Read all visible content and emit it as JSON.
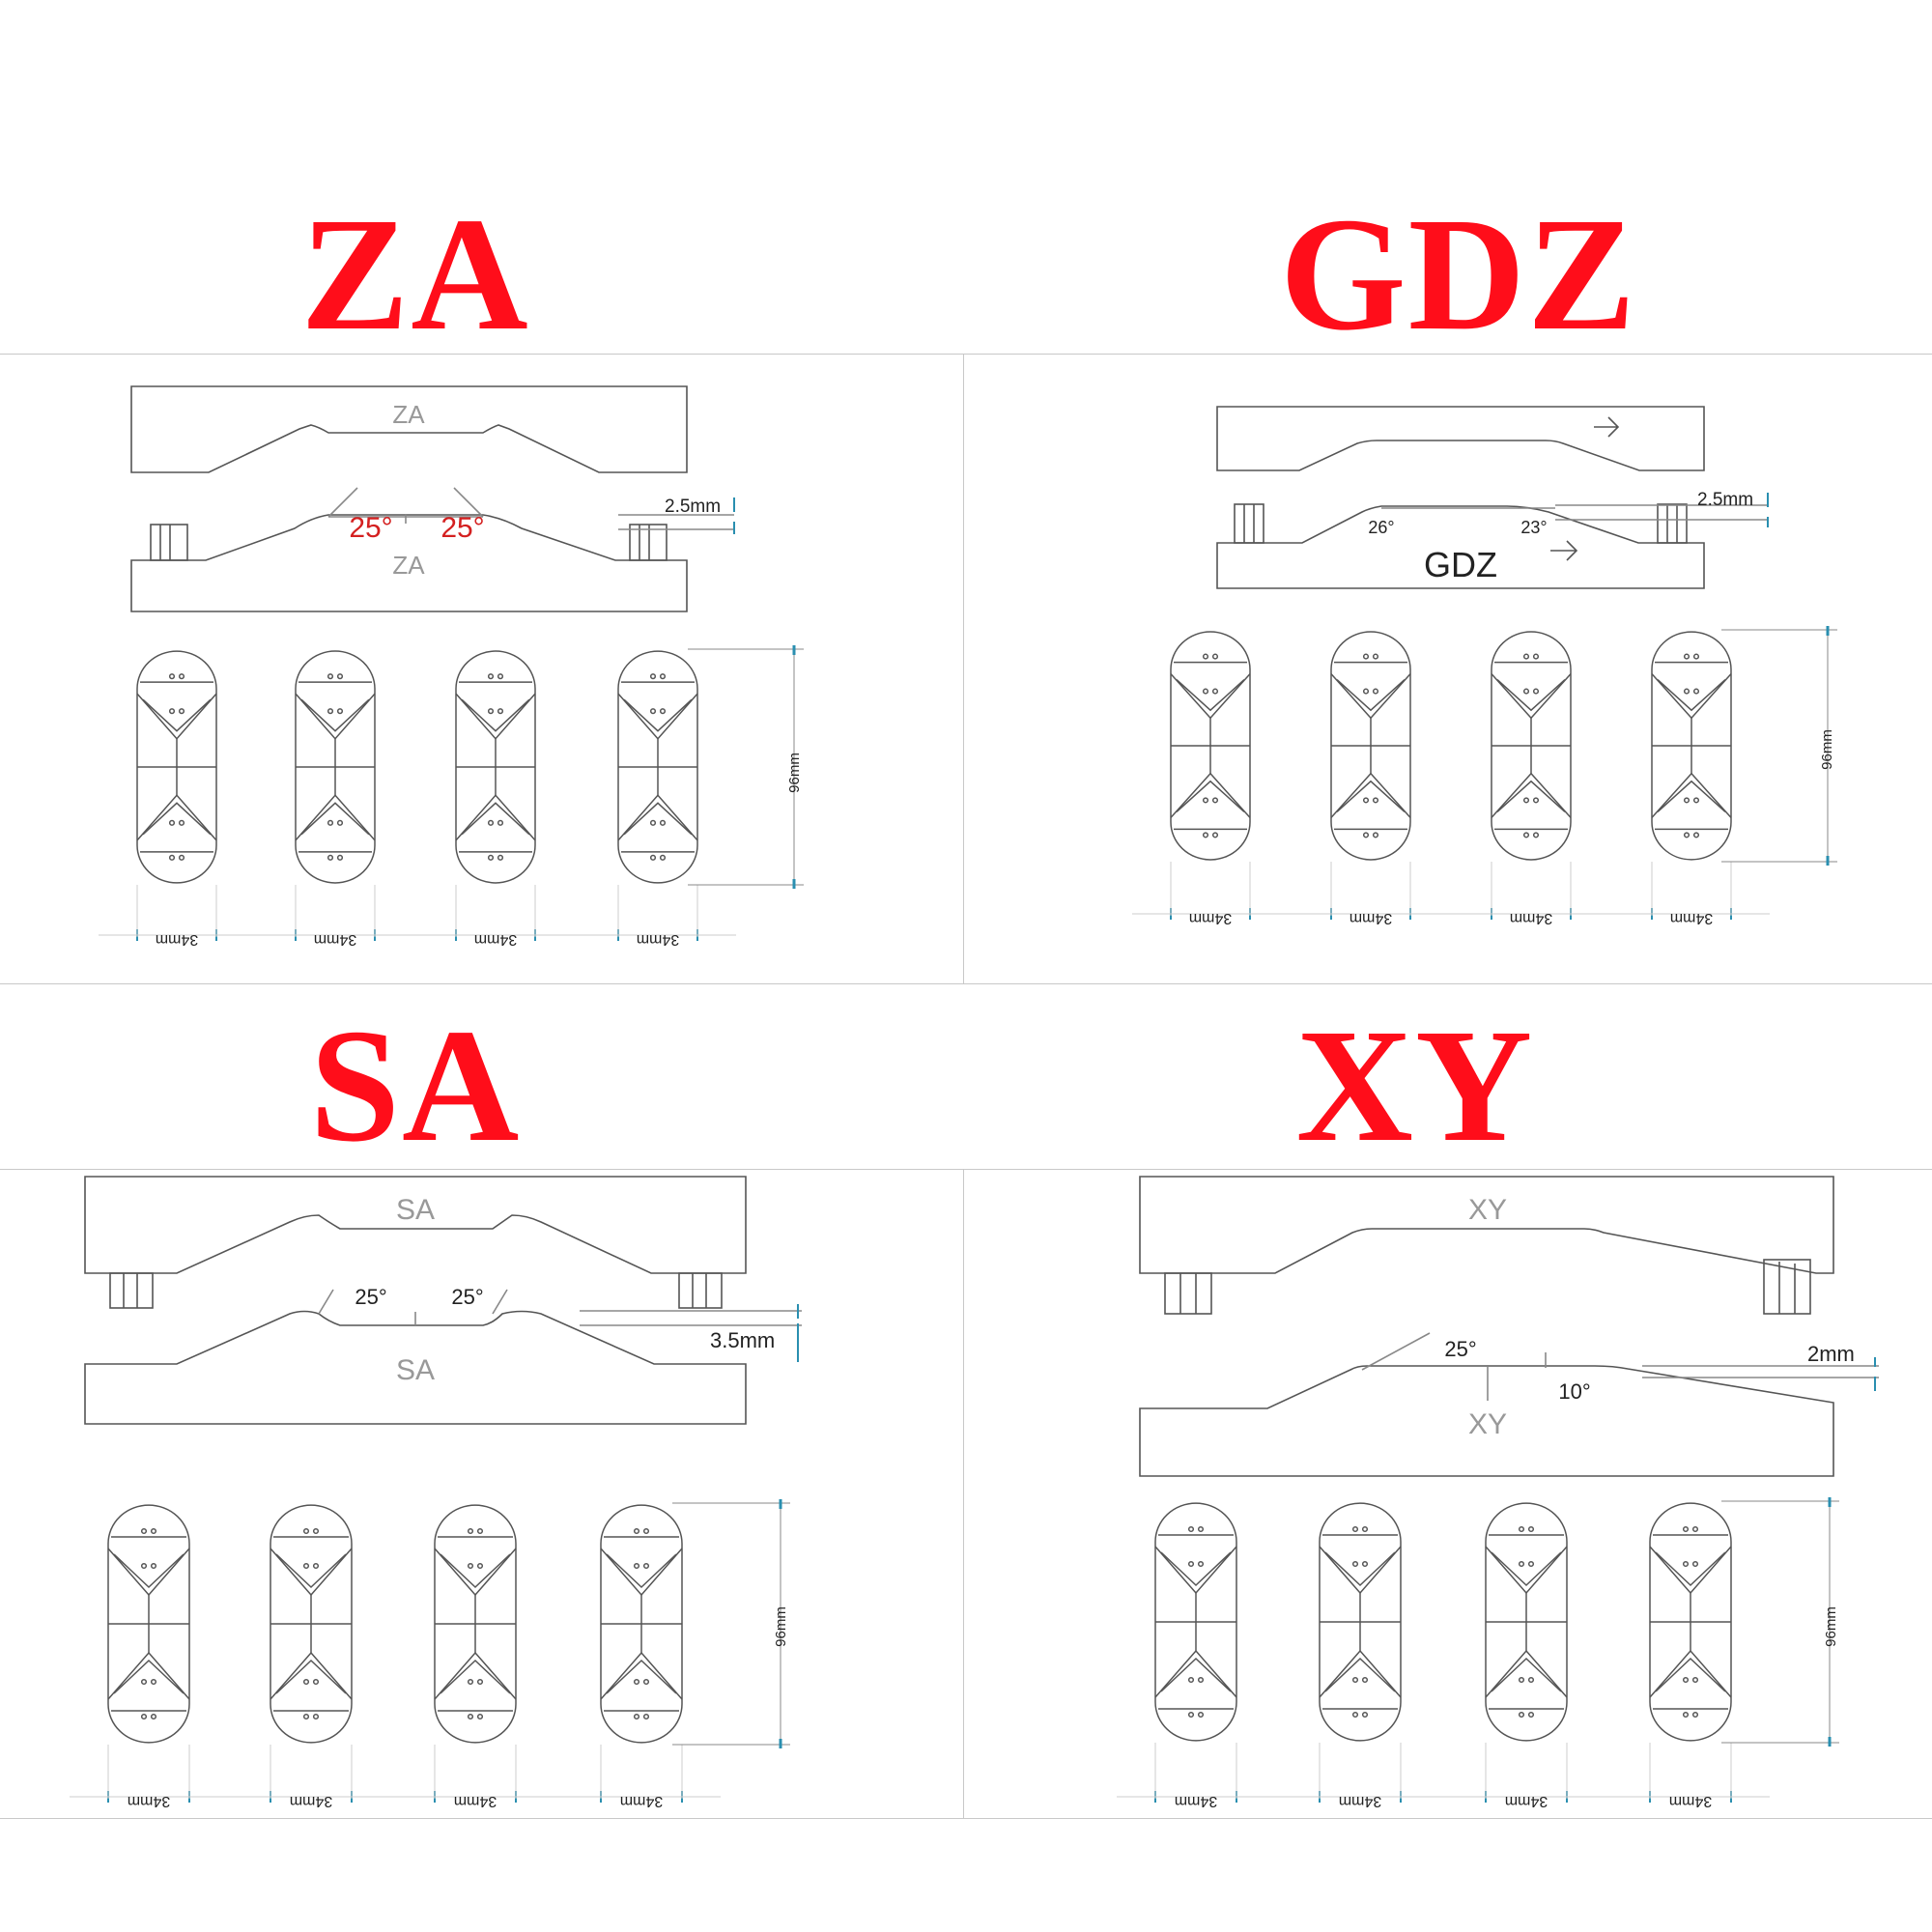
{
  "sections": [
    {
      "title": "ZA",
      "mold_label_top": "ZA",
      "mold_label_bottom": "ZA",
      "angle_left": "25°",
      "angle_right": "25°",
      "gap": "2.5mm",
      "length": "96mm",
      "width": "34mm"
    },
    {
      "title": "GDZ",
      "mold_label_bottom": "GDZ",
      "angle_left": "26°",
      "angle_right": "23°",
      "gap": "2.5mm",
      "length": "96mm",
      "width": "34mm"
    },
    {
      "title": "SA",
      "mold_label_top": "SA",
      "mold_label_bottom": "SA",
      "angle_left": "25°",
      "angle_right": "25°",
      "gap": "3.5mm",
      "length": "96mm",
      "width": "34mm"
    },
    {
      "title": "XY",
      "mold_label_top": "XY",
      "mold_label_bottom": "XY",
      "angle_left": "25°",
      "angle_right": "10°",
      "gap": "2mm",
      "length": "96mm",
      "width": "34mm"
    }
  ],
  "colors": {
    "title": "#ff0d1a",
    "line": "#555555",
    "angle_za": "#d42020",
    "dim_tick": "#2a8fb0"
  }
}
